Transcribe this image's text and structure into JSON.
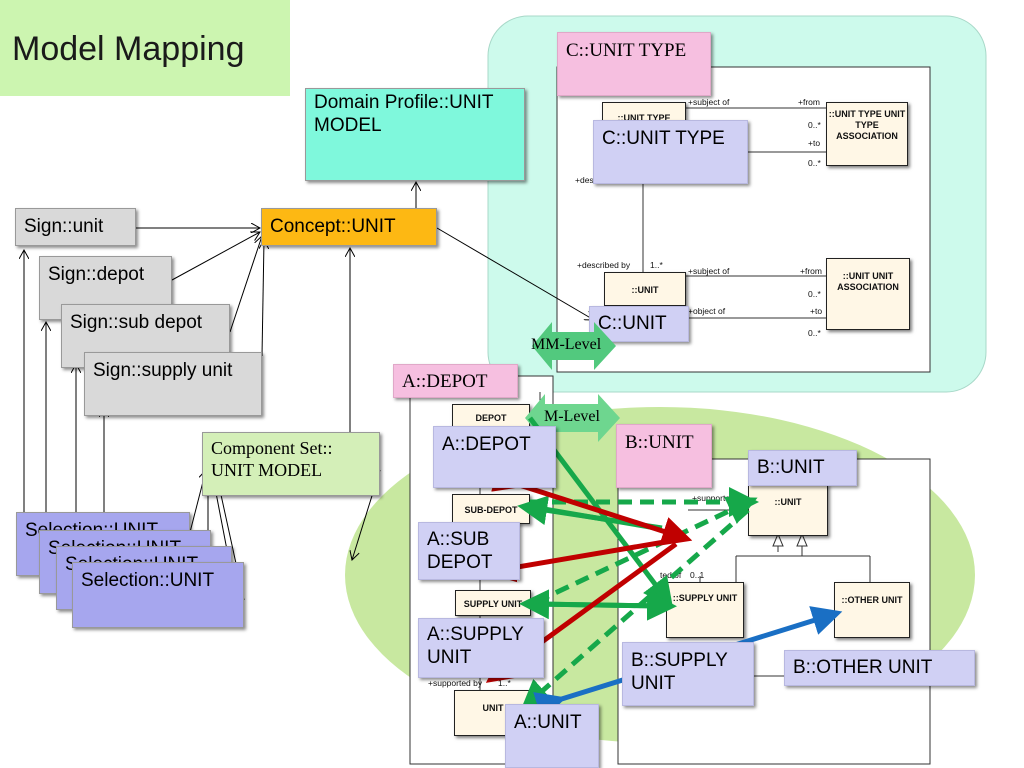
{
  "title": "Model Mapping",
  "colors": {
    "title_bg": "#ccf5b0",
    "cyan_panel": "#cdfaec",
    "green_ellipse": "#c8e8a0",
    "red_arrow": "#c00000",
    "green_arrow": "#16a84a",
    "blue_arrow": "#1a6fc4"
  },
  "boxes": {
    "domain_profile": "Domain Profile::UNIT MODEL",
    "concept": "Concept::UNIT",
    "sign_unit": "Sign::unit",
    "sign_depot": "Sign::depot",
    "sign_sub_depot": "Sign::sub depot",
    "sign_supply_unit": "Sign::supply unit",
    "component_set": "Component Set:: UNIT MODEL",
    "selection_1": "Selection::UNIT",
    "selection_2": "Selection::UNIT",
    "selection_3": "Selection::UNIT",
    "selection_4": "Selection::UNIT",
    "c_unit_type_pink": "C::UNIT TYPE",
    "c_unit_type_lav": "C::UNIT TYPE",
    "c_unit": "C::UNIT",
    "mm_level": "MM-Level",
    "m_level": "M-Level",
    "a_depot_pink": "A::DEPOT",
    "a_depot": "A::DEPOT",
    "a_sub_depot": "A::SUB DEPOT",
    "a_supply_unit": "A::SUPPLY UNIT",
    "a_unit": "A::UNIT",
    "b_unit_pink": "B::UNIT",
    "b_unit": "B::UNIT",
    "b_supply_unit": "B::SUPPLY UNIT",
    "b_other_unit": "B::OTHER UNIT"
  },
  "uml": {
    "unit_type": "::UNIT TYPE",
    "unit_type_assoc": "::UNIT TYPE UNIT TYPE ASSOCIATION",
    "unit_c": "::UNIT",
    "unit_unit_assoc": "::UNIT UNIT ASSOCIATION",
    "depot": "DEPOT",
    "sub_depot": "SUB-DEPOT",
    "supply_unit_a": "SUPPLY UNIT",
    "unit_a": "UNIT",
    "unit_b": "::UNIT",
    "supply_unit_b": "::SUPPLY UNIT",
    "other_unit_b": "::OTHER UNIT"
  },
  "labels": {
    "subject_of": "+subject of",
    "from": "+from",
    "to": "+to",
    "mult_0n": "0..*",
    "mult_1n": "1..*",
    "mult_01": "0..1",
    "described_by": "+described by",
    "des_trunc": "+des",
    "object_of": "+object of",
    "supported_by": "+supported by",
    "supported_trunc": "+supported by",
    "prt_trunc": "ted of"
  }
}
